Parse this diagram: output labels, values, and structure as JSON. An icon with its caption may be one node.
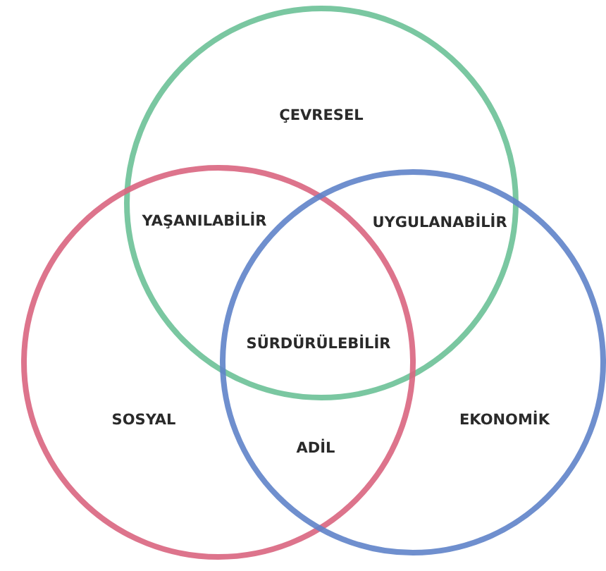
{
  "diagram": {
    "nodes": [
      {
        "text": [
          "ÇEVRESEL"
        ]
      },
      {
        "text": [
          "SOSYAL"
        ]
      },
      {
        "text": [
          "EKONOMİK"
        ]
      }
    ],
    "labels": [
      "YAŞANILABİLİR",
      "UYGULANABİLİR",
      "SÜRDÜRÜLEBİLİR",
      "ADİL"
    ]
  }
}
